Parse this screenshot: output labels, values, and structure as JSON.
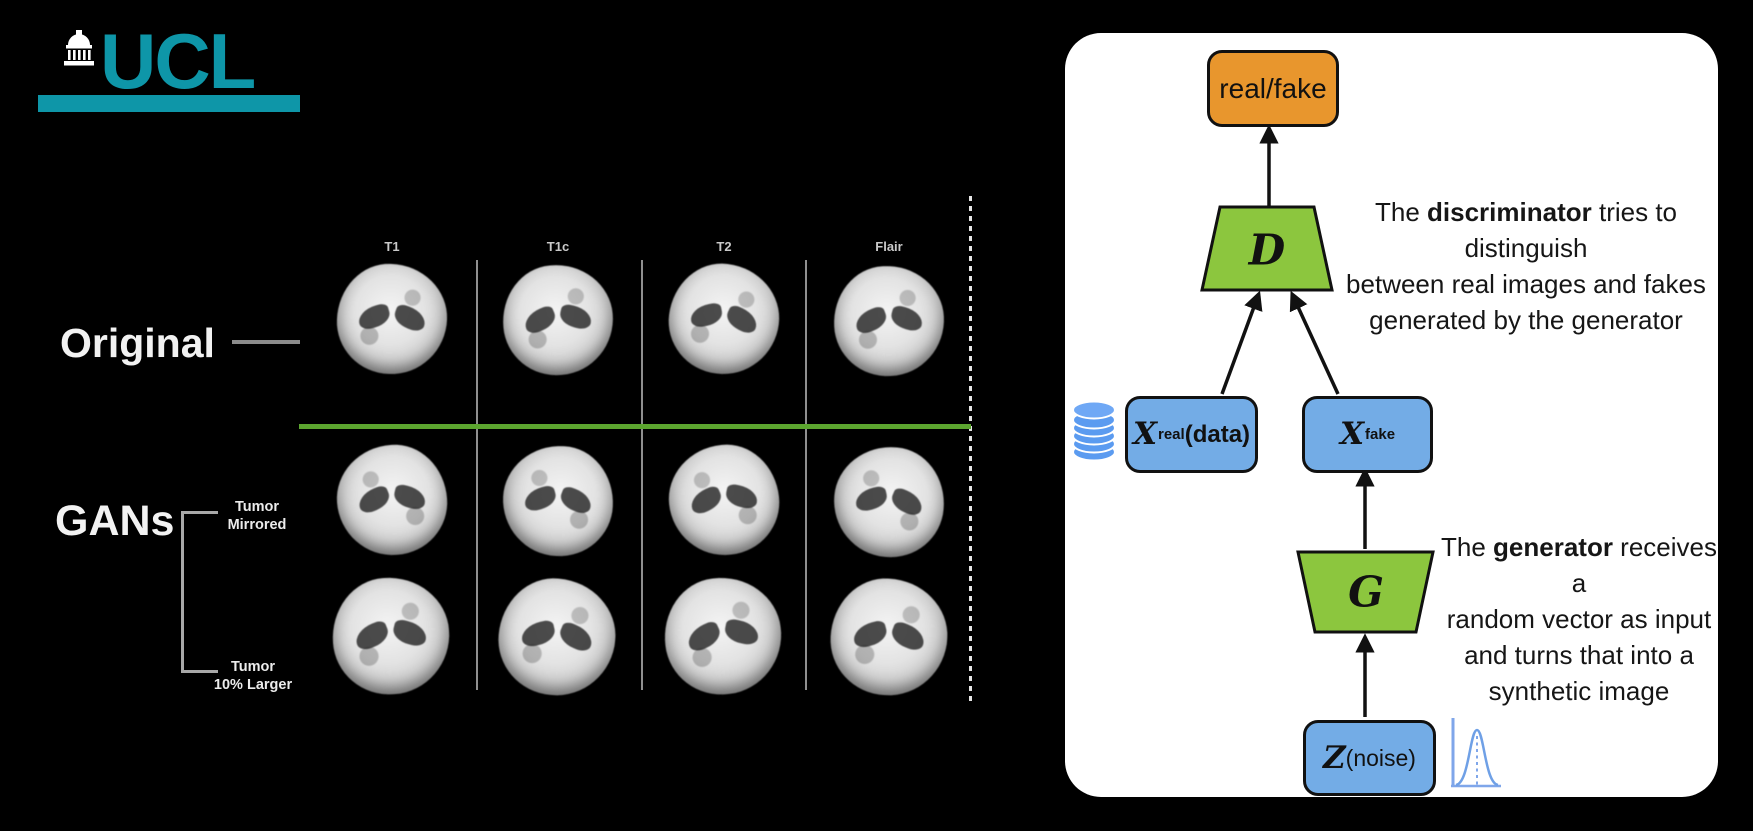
{
  "logo": {
    "text": "UCL",
    "color": "#0E96A8"
  },
  "mri_figure": {
    "column_headers": [
      "T1",
      "T1c",
      "T2",
      "Flair"
    ],
    "row_group_1": {
      "label": "Original"
    },
    "row_group_2": {
      "label": "GANs",
      "variants": [
        {
          "line1": "Tumor",
          "line2": "Mirrored"
        },
        {
          "line1": "Tumor",
          "line2": "10% Larger"
        }
      ]
    },
    "divider_color": "#5CA52F"
  },
  "diagram": {
    "nodes": {
      "real_fake": {
        "label": "real/fake",
        "fill": "#E8962D"
      },
      "discriminator": {
        "label": "D",
        "fill": "#8CC63E"
      },
      "x_real": {
        "symbol": "X",
        "subscript": "real",
        "suffix": " (data)",
        "fill": "#73ACE6"
      },
      "x_fake": {
        "symbol": "X",
        "subscript": "fake",
        "fill": "#73ACE6"
      },
      "generator": {
        "label": "G",
        "fill": "#8CC63E"
      },
      "z": {
        "symbol": "Z",
        "suffix": " (noise)",
        "fill": "#73ACE6"
      }
    },
    "notes": {
      "discriminator": {
        "line1_pre": "The ",
        "line1_bold": "discriminator",
        "line1_post": " tries to distinguish",
        "line2": "between real images and fakes",
        "line3": "generated by the generator"
      },
      "generator": {
        "line1_pre": "The ",
        "line1_bold": "generator",
        "line1_post": " receives a",
        "line2": "random vector as input",
        "line3": "and turns that into a",
        "line4": "synthetic image"
      }
    }
  }
}
